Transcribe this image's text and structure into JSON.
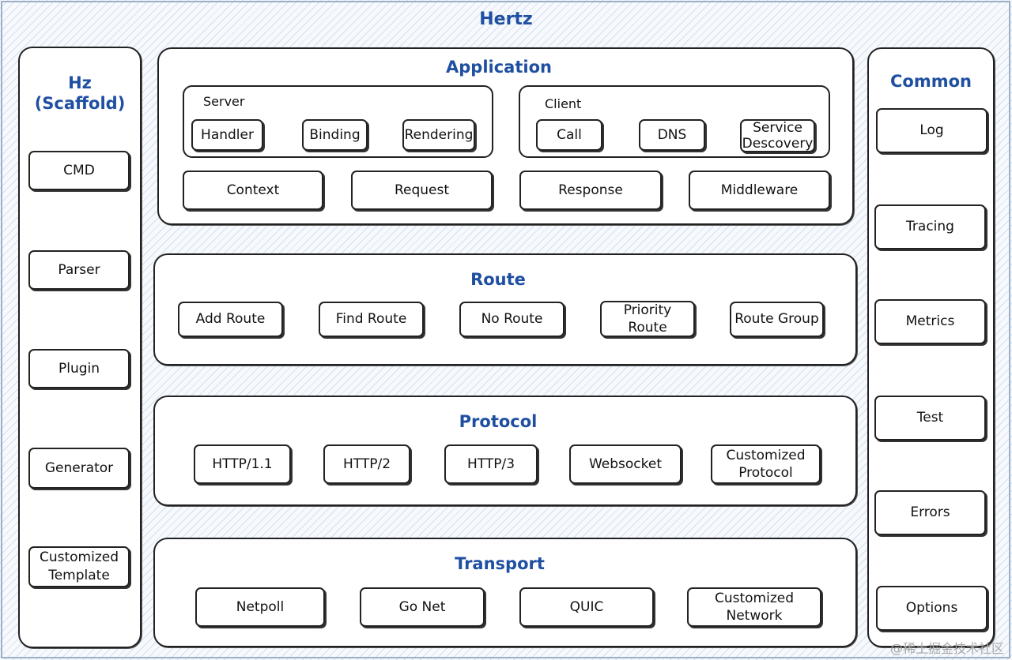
{
  "title": "Hertz",
  "scaffold": {
    "title": "Hz\n(Scaffold)",
    "items": [
      "CMD",
      "Parser",
      "Plugin",
      "Generator",
      "Customized\nTemplate"
    ]
  },
  "application": {
    "title": "Application",
    "server": {
      "label": "Server",
      "items": [
        "Handler",
        "Binding",
        "Rendering"
      ]
    },
    "client": {
      "label": "Client",
      "items": [
        "Call",
        "DNS",
        "Service\nDescovery"
      ]
    },
    "bottom": [
      "Context",
      "Request",
      "Response",
      "Middleware"
    ]
  },
  "route": {
    "title": "Route",
    "items": [
      "Add Route",
      "Find Route",
      "No Route",
      "Priority\nRoute",
      "Route Group"
    ]
  },
  "protocol": {
    "title": "Protocol",
    "items": [
      "HTTP/1.1",
      "HTTP/2",
      "HTTP/3",
      "Websocket",
      "Customized\nProtocol"
    ]
  },
  "transport": {
    "title": "Transport",
    "items": [
      "Netpoll",
      "Go Net",
      "QUIC",
      "Customized\nNetwork"
    ]
  },
  "common": {
    "title": "Common",
    "items": [
      "Log",
      "Tracing",
      "Metrics",
      "Test",
      "Errors",
      "Options"
    ]
  },
  "watermark": "@稀土掘金技术社区"
}
